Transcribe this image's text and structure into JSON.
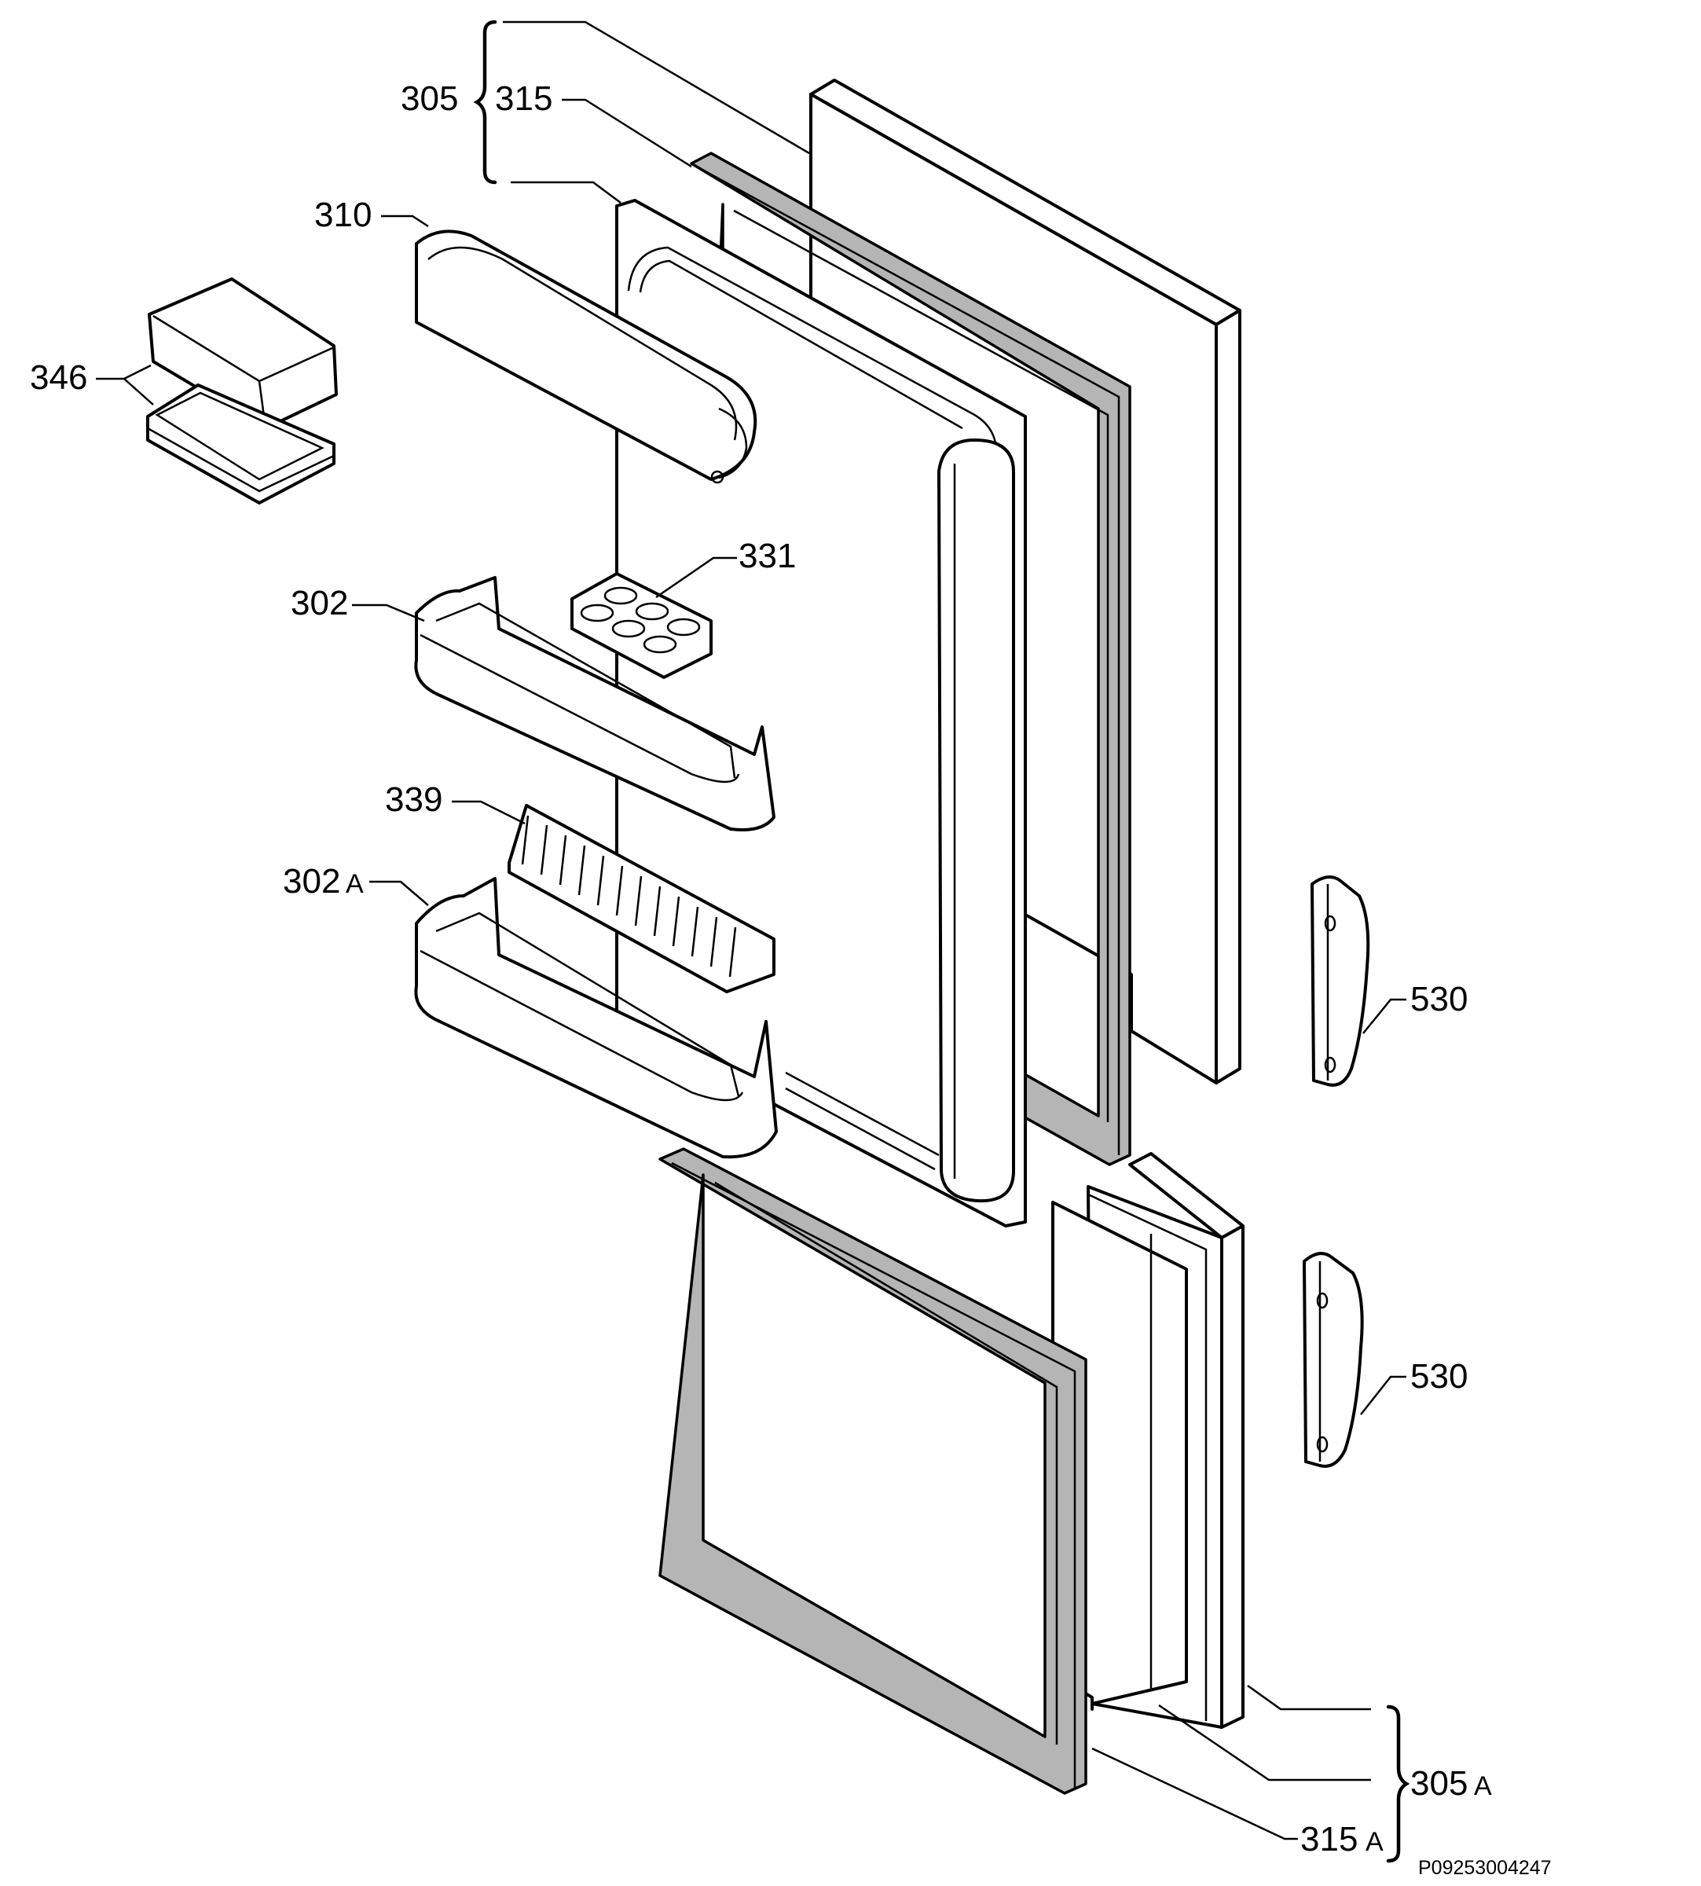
{
  "diagram": {
    "labels": {
      "l305": "305",
      "l315": "315",
      "l310": "310",
      "l346": "346",
      "l331": "331",
      "l302": "302",
      "l339": "339",
      "l302a": "302",
      "l302a_suffix": "A",
      "l530_top": "530",
      "l530_bottom": "530",
      "l305a": "305",
      "l305a_suffix": "A",
      "l315a": "315",
      "l315a_suffix": "A"
    },
    "reference_code": "P09253004247"
  }
}
